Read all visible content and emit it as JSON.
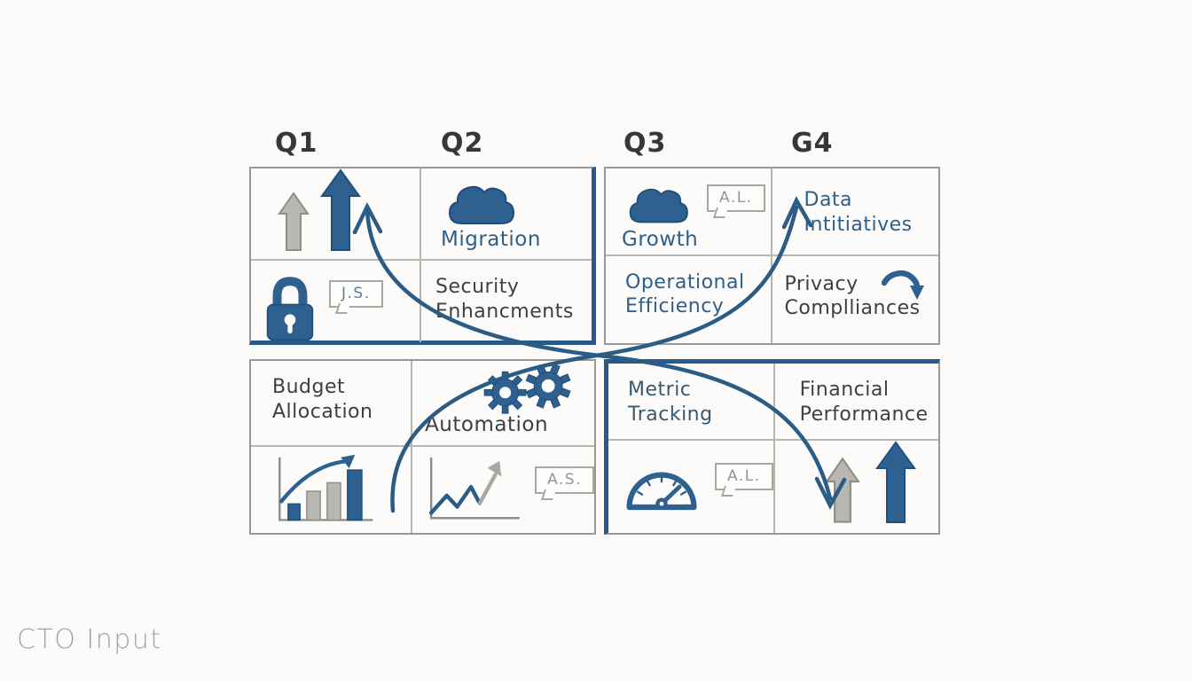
{
  "headers": {
    "q1": "Q1",
    "q2": "Q2",
    "q3": "Q3",
    "g4": "G4"
  },
  "footer": {
    "label": "CTO Input"
  },
  "colors": {
    "accent_blue": "#2e6090",
    "curve_blue": "#2b5c86",
    "border_gray": "#9b9995",
    "sketch_gray": "#b9b7b2",
    "dark_text": "#3b4046",
    "blue_text": "#2d5f8a"
  },
  "quadrants": {
    "top_left": {
      "growth_arrows": {
        "icons": [
          "up-arrow-gray",
          "up-arrow-blue",
          "curve-up-arrowhead"
        ]
      },
      "migration": {
        "icon": "cloud-icon",
        "label": "Migration"
      },
      "lock": {
        "icon": "padlock-icon",
        "bubble": "J.S."
      },
      "security": {
        "line1": "Security",
        "line2": "Enhancments"
      }
    },
    "top_right": {
      "growth": {
        "icon": "cloud-icon",
        "bubble": "A.L.",
        "label": "Growth"
      },
      "data_initiatives": {
        "line1": "Data",
        "line2": "Intitiatives"
      },
      "operational": {
        "line1": "Operational",
        "line2": "Efficiency"
      },
      "privacy": {
        "line1": "Privacy",
        "line2": "Complliances",
        "icon": "curved-arrow-down-icon"
      }
    },
    "bottom_left": {
      "budget": {
        "line1": "Budget",
        "line2": "Allocation"
      },
      "automation": {
        "icon": "gears-icon",
        "label": "Automation"
      },
      "budget_chart": {
        "icon": "bar-chart-rising-arrow-icon"
      },
      "trend_chart": {
        "icon": "line-chart-rising-arrow-icon",
        "bubble": "A.S."
      }
    },
    "bottom_right": {
      "metric": {
        "line1": "Metric",
        "line2": "Tracking"
      },
      "financial": {
        "line1": "Financial",
        "line2": "Performance"
      },
      "gauge": {
        "icon": "speedometer-icon",
        "bubble": "A.L."
      },
      "performance_arrows": {
        "icons": [
          "curve-down-arrowhead",
          "up-arrow-gray",
          "up-arrow-blue"
        ]
      }
    }
  }
}
